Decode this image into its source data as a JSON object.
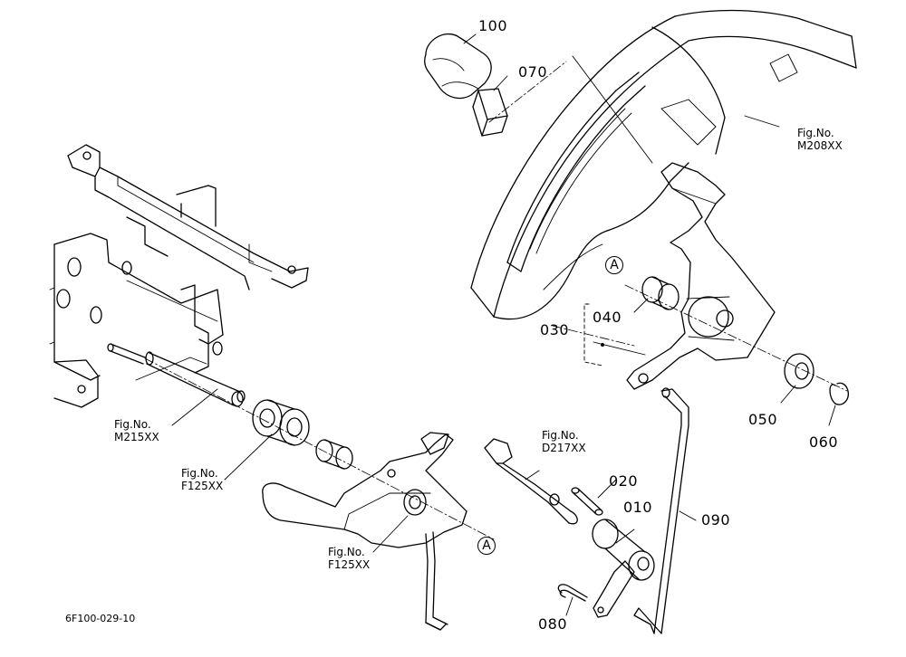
{
  "parts": {
    "p100": "100",
    "p070": "070",
    "p030": "030",
    "p040": "040",
    "p050": "050",
    "p060": "060",
    "p020": "020",
    "p010": "010",
    "p090": "090",
    "p080": "080"
  },
  "refs": {
    "m208": {
      "line1": "Fig.No.",
      "line2": "M208XX"
    },
    "m215": {
      "line1": "Fig.No.",
      "line2": "M215XX"
    },
    "f125a": {
      "line1": "Fig.No.",
      "line2": "F125XX"
    },
    "f125b": {
      "line1": "Fig.No.",
      "line2": "F125XX"
    },
    "d217": {
      "line1": "Fig.No.",
      "line2": "D217XX"
    }
  },
  "markers": {
    "a1": "A",
    "a2": "A"
  },
  "footer": {
    "code": "6F100-029-10"
  }
}
